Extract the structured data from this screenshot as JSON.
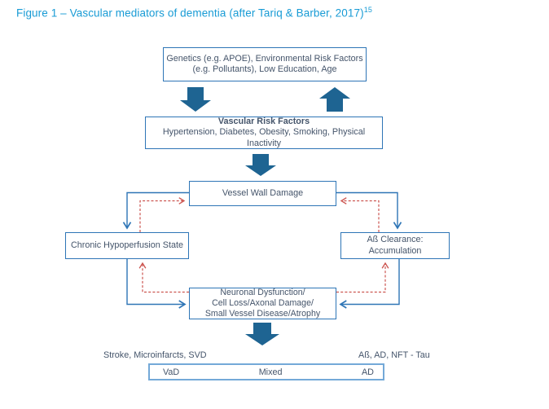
{
  "title": {
    "text": "Figure 1 – Vascular mediators of dementia (after Tariq & Barber, 2017)",
    "superscript": "15"
  },
  "colors": {
    "title_blue": "#189BD5",
    "box_border": "#2E75B6",
    "box_text": "#44546A",
    "block_arrow": "#1E6492",
    "connector_blue": "#2E75B6",
    "connector_red": "#CC5550",
    "table_border": "#74A9D8"
  },
  "nodes": {
    "genetics": {
      "line1": "Genetics (e.g. APOE), Environmental Risk Factors",
      "line2": "(e.g. Pollutants), Low Education, Age"
    },
    "vascular_risk": {
      "heading": "Vascular Risk Factors",
      "detail": "Hypertension, Diabetes, Obesity, Smoking, Physical Inactivity"
    },
    "vessel_wall": {
      "label": "Vessel Wall Damage"
    },
    "chronic_hypoperfusion": {
      "label": "Chronic Hypoperfusion State"
    },
    "abeta_clearance": {
      "line1": "Aß Clearance:",
      "line2": "Accumulation"
    },
    "neuronal": {
      "line1": "Neuronal Dysfunction/",
      "line2": "Cell Loss/Axonal Damage/",
      "line3": "Small Vessel Disease/Atrophy"
    }
  },
  "footer": {
    "left_label": "Stroke, Microinfarcts, SVD",
    "right_label": "Aß, AD, NFT - Tau",
    "spectrum": [
      "VaD",
      "Mixed",
      "AD"
    ]
  }
}
